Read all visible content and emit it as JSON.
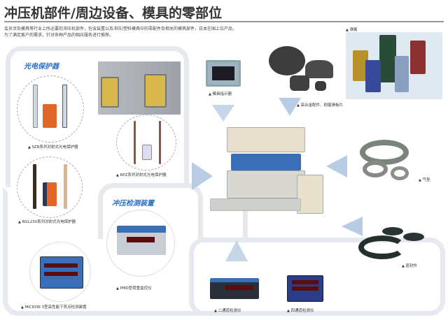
{
  "header": {
    "title": "冲压机部件/周边设备、模具的零部位",
    "intro": [
      "会员涉及模具等行业上所必要的冲压机部件，包含装置以及冲压/塑料模具中的零配件及相关的模具部件，日本在国上位产品，",
      "为了满足客户的需求，针对各种产品的相应服务进行推荐。"
    ]
  },
  "sections": {
    "photoelectric": "光电保护器",
    "detection": "冲压检测装置"
  },
  "captions": {
    "szb": "SZB系列对射式光电保护器",
    "rpz": "RPZ系列对射式光电保护器",
    "rgl": "RGL230系列对射式光电保护器",
    "die_indicator": "模具指示器",
    "alloy": "高合金配件、耐磨滑板片",
    "spring": "弹簧",
    "air_cushion": "气垫",
    "seal": "密封件",
    "pmd": "PMD型荷重监控仪",
    "micron": "MICRON 3型高性能下死点检测装置",
    "two_ch": "二通道检测仪",
    "four_ch": "四通道检测仪"
  },
  "colors": {
    "accent": "#2a6fc9",
    "panel": "#e6eaee",
    "device_blue": "#3a6fb8",
    "orange": "#e0662a"
  }
}
